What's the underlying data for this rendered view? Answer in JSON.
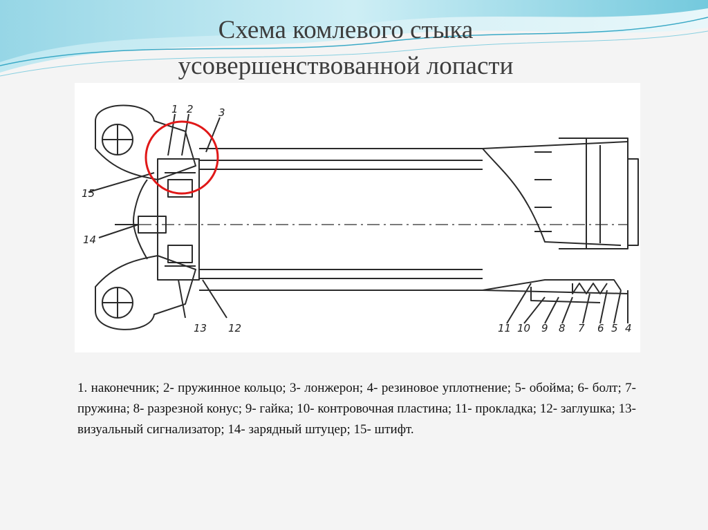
{
  "title": {
    "line1": "Схема комлевого стыка",
    "line2": "усовершенствованной лопасти"
  },
  "diagram": {
    "callouts": {
      "1": "1",
      "2": "2",
      "3": "3",
      "4": "4",
      "5": "5",
      "6": "6",
      "7": "7",
      "8": "8",
      "9": "9",
      "10": "10",
      "11": "11",
      "12": "12",
      "13": "13",
      "14": "14",
      "15": "15"
    },
    "highlight_color": "#e01818"
  },
  "caption": "1. наконечник; 2- пружинное кольцо; 3- лонжерон; 4- резиновое уплотнение; 5- обойма; 6- болт; 7- пружина; 8- разрезной конус; 9- гайка; 10- контровочная пластина; 11- прокладка; 12- заглушка; 13- визуальный сигнализатор; 14- зарядный штуцер; 15- штифт."
}
